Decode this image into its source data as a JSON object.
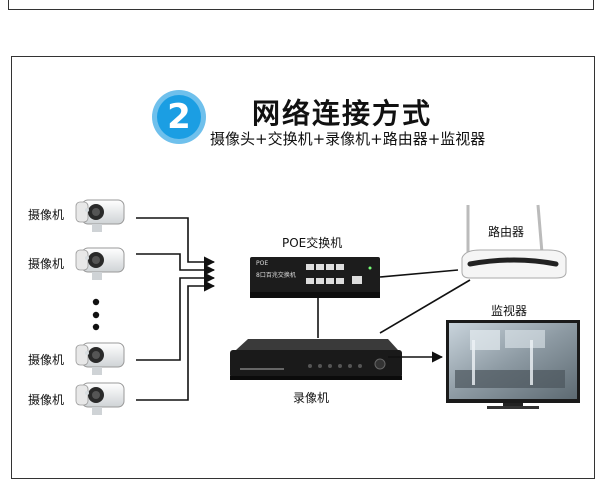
{
  "badge": {
    "number": "2"
  },
  "title": "网络连接方式",
  "subtitle": "摄像头+交换机+录像机+路由器+监视器",
  "cameras": [
    {
      "label": "摄像机"
    },
    {
      "label": "摄像机"
    },
    {
      "label": "摄像机"
    },
    {
      "label": "摄像机"
    }
  ],
  "switch": {
    "label": "POE交换机",
    "device_text": "8口百兆交换机",
    "brand_text": "POE"
  },
  "router": {
    "label": "路由器"
  },
  "monitor": {
    "label": "监视器"
  },
  "nvr": {
    "label": "录像机"
  },
  "colors": {
    "badge_outer": "#6fc0ec",
    "badge_inner": "#1b9ee3",
    "line": "#111111",
    "device_dark": "#1c1c1c"
  }
}
